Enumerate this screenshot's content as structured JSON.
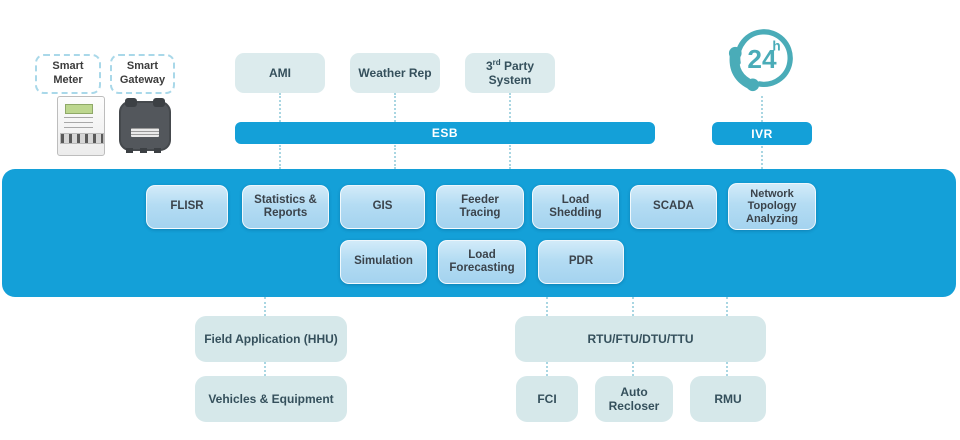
{
  "palette": {
    "primary_blue": "#14a0d8",
    "hotline_teal": "#4aacb8",
    "light_panel_fill": "#dcebed",
    "band_box_fill_top": "#d2ebf9",
    "band_box_fill_bottom": "#a4d3ef",
    "connector_dotted": "#a9d6e2",
    "band_box_text": "#3b434b",
    "panel_text": "#35505c"
  },
  "edge_devices": {
    "smart_meter_label": "Smart Meter",
    "smart_gateway_label": "Smart Gateway"
  },
  "top_systems": {
    "ami": "AMI",
    "weather": "Weather Rep",
    "third_party": {
      "num": "3",
      "sup": "rd",
      "rest": " Party",
      "line2": "System"
    }
  },
  "buses": {
    "esb": "ESB",
    "ivr": "IVR"
  },
  "hotline_icon": {
    "number": "24",
    "unit": "h",
    "name": "24h-hotline-phone-icon"
  },
  "platform": {
    "row1": [
      "FLISR",
      "Statistics & Reports",
      "GIS",
      "Feeder Tracing",
      "Load Shedding",
      "SCADA",
      "Network Topology Analyzing"
    ],
    "row2": [
      "Simulation",
      "Load Forecasting",
      "PDR"
    ]
  },
  "field_layer": {
    "hhu": "Field Application (HHU)",
    "vehicles": "Vehicles & Equipment",
    "rtu": "RTU/FTU/DTU/TTU",
    "fci": "FCI",
    "auto_recloser": "Auto Recloser",
    "rmu": "RMU"
  }
}
